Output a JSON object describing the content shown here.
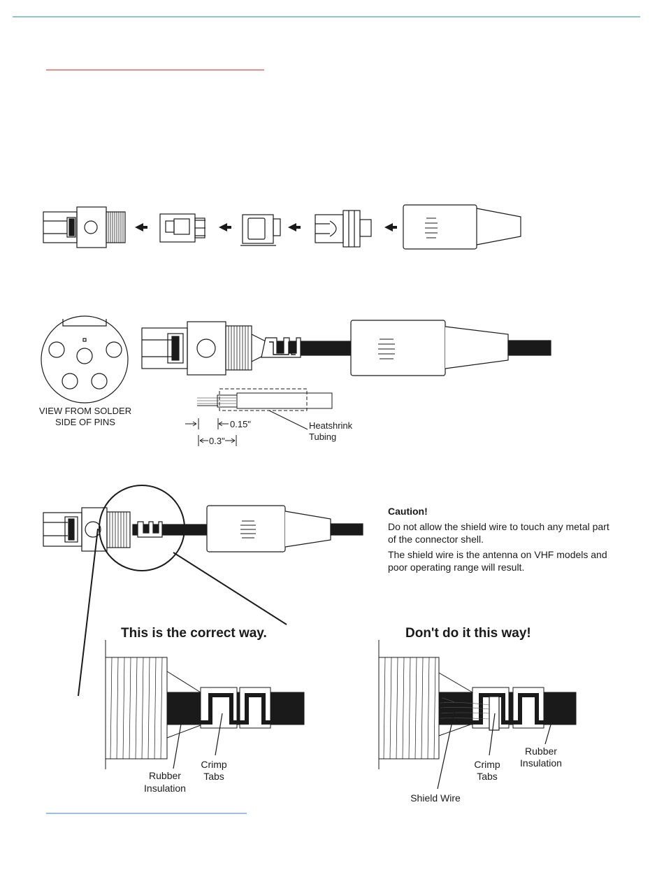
{
  "labels": {
    "solder_view": [
      "VIEW FROM SOLDER",
      "SIDE OF PINS"
    ],
    "dim_015": "0.15\"",
    "dim_03": "0.3\"",
    "heatshrink": [
      "Heatshrink",
      "Tubing"
    ],
    "rubber_insulation": [
      "Rubber",
      "Insulation"
    ],
    "crimp_tabs": [
      "Crimp",
      "Tabs"
    ],
    "shield_wire": "Shield Wire"
  },
  "caution": {
    "title": "Caution!",
    "text1": "Do not allow the shield wire to touch any metal part of the connector shell.",
    "text2": "The shield wire is the antenna on VHF models and poor operating range will   result."
  },
  "headings": {
    "correct": "This is the correct way.",
    "wrong": "Don't do it this way!"
  },
  "colors": {
    "top_rule": "#2f8a8f",
    "red_rule": "#d94a4a",
    "blue_rule": "#3a7fbf",
    "line": "#1a1a1a"
  }
}
